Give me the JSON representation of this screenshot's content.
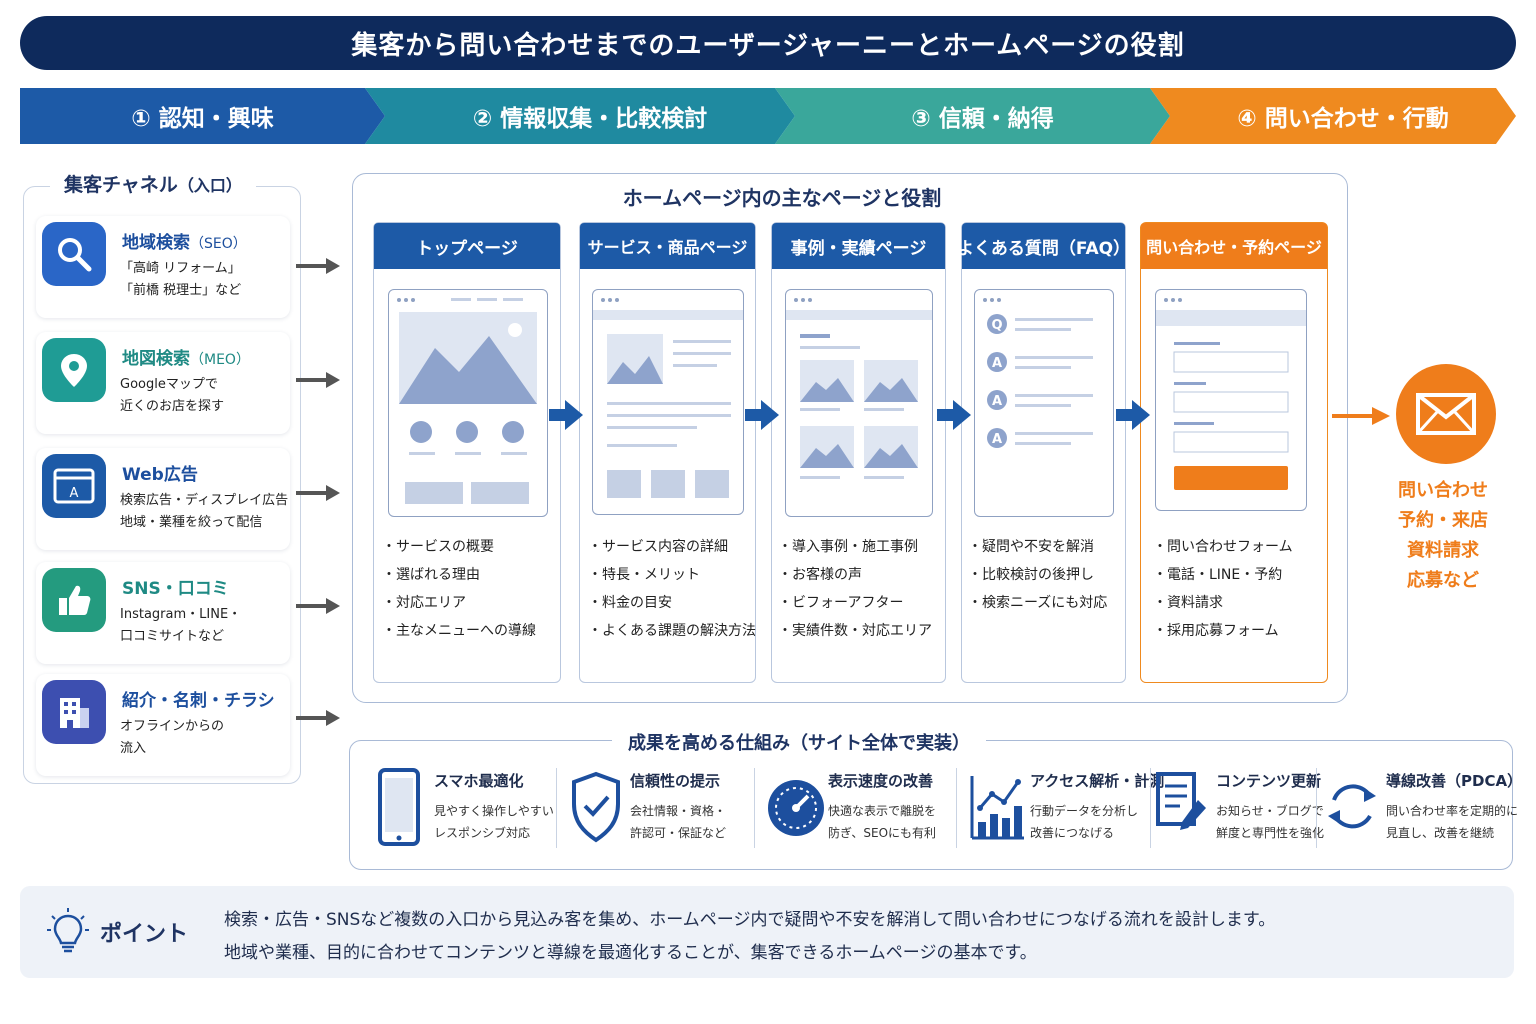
{
  "title": "集客から問い合わせまでのユーザージャーニーとホームページの役割",
  "steps": [
    {
      "label": "① 認知・興味",
      "color": "#1d5aa7"
    },
    {
      "label": "② 情報収集・比較検討",
      "color": "#1f8aa0"
    },
    {
      "label": "③ 信頼・納得",
      "color": "#3aa79b"
    },
    {
      "label": "④ 問い合わせ・行動",
      "color": "#ef8a1f"
    }
  ],
  "channels": {
    "title": "集客チャネル",
    "title_sub": "（入口）",
    "items": [
      {
        "icon": "search-icon",
        "title": "地域検索",
        "sub": "（SEO）",
        "line1": "「高崎 リフォーム」",
        "line2": "「前橋 税理士」など",
        "color": "#2a66c7"
      },
      {
        "icon": "map-pin-icon",
        "title": "地図検索",
        "sub": "（MEO）",
        "line1": "Googleマップで",
        "line2": "近くのお店を探す",
        "color": "#1f9c95"
      },
      {
        "icon": "browser-ad-icon",
        "title": "Web広告",
        "sub": "",
        "line1": "検索広告・ディスプレイ広告",
        "line2": "地域・業種を絞って配信",
        "color": "#1d5aa7"
      },
      {
        "icon": "thumbs-up-icon",
        "title": "SNS・口コミ",
        "sub": "",
        "line1": "Instagram・LINE・",
        "line2": "口コミサイトなど",
        "color": "#249b7f"
      },
      {
        "icon": "building-icon",
        "title": "紹介・名刺・チラシ",
        "sub": "",
        "line1": "オフラインからの",
        "line2": "流入",
        "color": "#3d4fb0"
      }
    ]
  },
  "pages": {
    "title": "ホームページ内の主なページと役割",
    "items": [
      {
        "name": "トップページ",
        "bullets": [
          "サービスの概要",
          "選ばれる理由",
          "対応エリア",
          "主なメニューへの導線"
        ]
      },
      {
        "name": "サービス・商品ページ",
        "bullets": [
          "サービス内容の詳細",
          "特長・メリット",
          "料金の目安",
          "よくある課題の解決方法"
        ]
      },
      {
        "name": "事例・実績ページ",
        "bullets": [
          "導入事例・施工事例",
          "お客様の声",
          "ビフォーアフター",
          "実績件数・対応エリア"
        ]
      },
      {
        "name": "よくある質問（FAQ）",
        "bullets": [
          "疑問や不安を解消",
          "比較検討の後押し",
          "検索ニーズにも対応"
        ]
      },
      {
        "name": "問い合わせ・予約ページ",
        "bullets": [
          "問い合わせフォーム",
          "電話・LINE・予約",
          "資料請求",
          "採用応募フォーム"
        ]
      }
    ],
    "faq_letters": [
      "Q",
      "A",
      "A",
      "A"
    ]
  },
  "goal": {
    "icon": "mail-icon",
    "lines": [
      "問い合わせ",
      "予約・来店",
      "資料請求",
      "応募など"
    ]
  },
  "results": {
    "title": "成果を高める仕組み（サイト全体で実装）",
    "items": [
      {
        "icon": "smartphone-icon",
        "title": "スマホ最適化",
        "line1": "見やすく操作しやすい",
        "line2": "レスポンシブ対応"
      },
      {
        "icon": "shield-check-icon",
        "title": "信頼性の提示",
        "line1": "会社情報・資格・",
        "line2": "許認可・保証など"
      },
      {
        "icon": "speedometer-icon",
        "title": "表示速度の改善",
        "line1": "快適な表示で離脱を",
        "line2": "防ぎ、SEOにも有利"
      },
      {
        "icon": "analytics-chart-icon",
        "title": "アクセス解析・計測",
        "line1": "行動データを分析し",
        "line2": "改善につなげる"
      },
      {
        "icon": "document-edit-icon",
        "title": "コンテンツ更新",
        "line1": "お知らせ・ブログで",
        "line2": "鮮度と専門性を強化"
      },
      {
        "icon": "refresh-cycle-icon",
        "title": "導線改善（PDCA）",
        "line1": "問い合わせ率を定期的に",
        "line2": "見直し、改善を継続"
      }
    ]
  },
  "point": {
    "icon": "lightbulb-icon",
    "label": "ポイント",
    "line1": "検索・広告・SNSなど複数の入口から見込み客を集め、ホームページ内で疑問や不安を解消して問い合わせにつなげる流れを設計します。",
    "line2": "地域や業種、目的に合わせてコンテンツと導線を最適化することが、集客できるホームページの基本です。"
  },
  "colors": {
    "navy": "#0e2a5c",
    "blue": "#1d5aa7",
    "orange": "#ef7d1b",
    "mock": "#8fa1c2"
  }
}
